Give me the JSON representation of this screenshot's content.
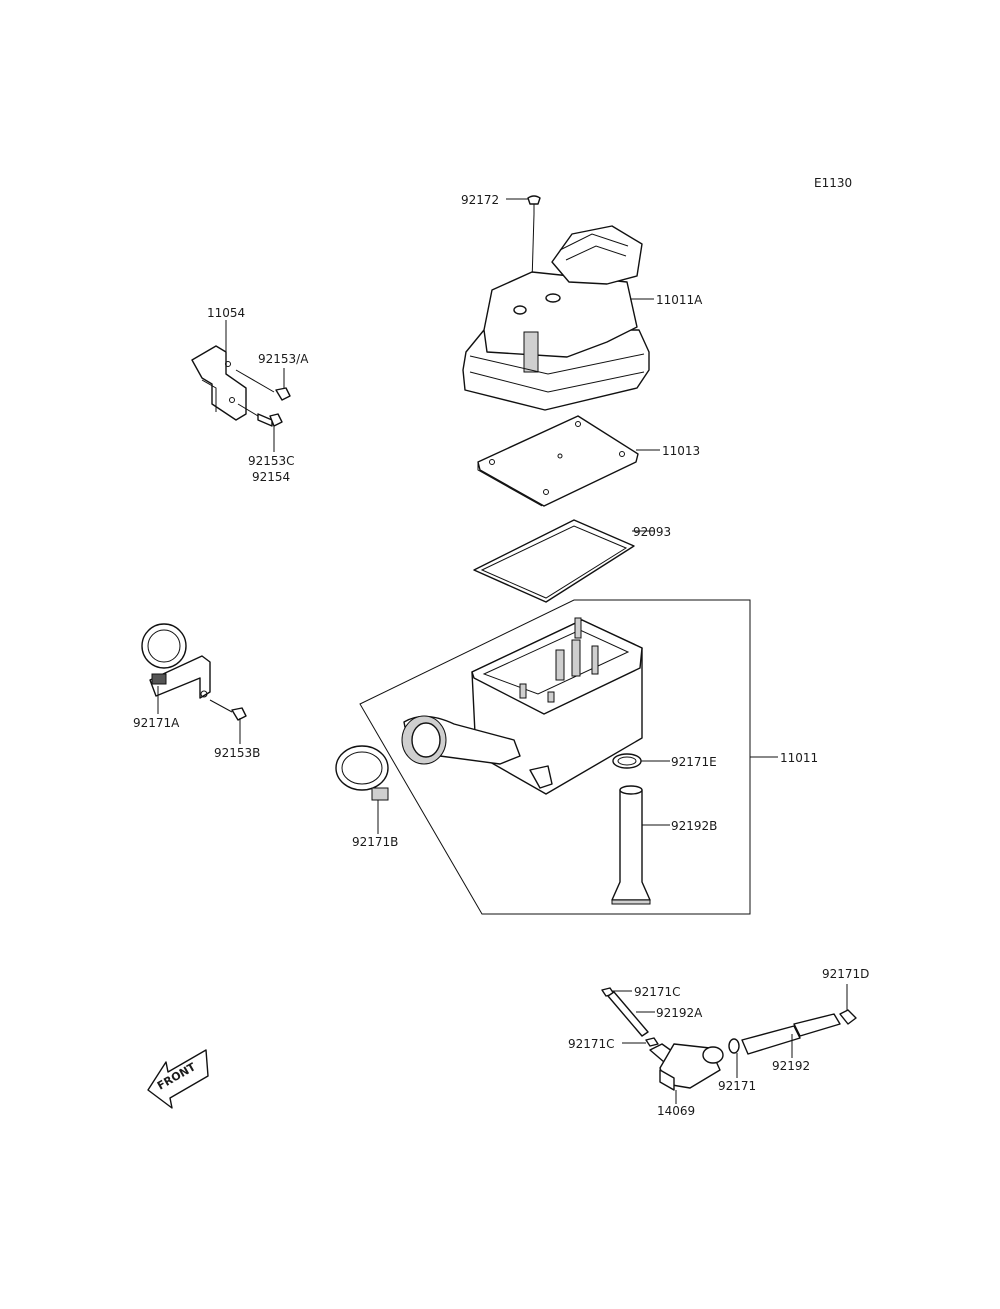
{
  "diagram_code": "E1130",
  "front_label": "FRONT",
  "labels": {
    "p92172": "92172",
    "p11011A": "11011A",
    "p11013": "11013",
    "p92093": "92093",
    "p11011": "11011",
    "p92171E": "92171E",
    "p92192B": "92192B",
    "p92171B": "92171B",
    "p11054": "11054",
    "p92153A": "92153/A",
    "p92153C": "92153C",
    "p92154": "92154",
    "p92171A": "92171A",
    "p92153B": "92153B",
    "p92171C_top": "92171C",
    "p92192A": "92192A",
    "p92171C_mid": "92171C",
    "p14069": "14069",
    "p92171": "92171",
    "p92192": "92192",
    "p92171D": "92171D"
  }
}
